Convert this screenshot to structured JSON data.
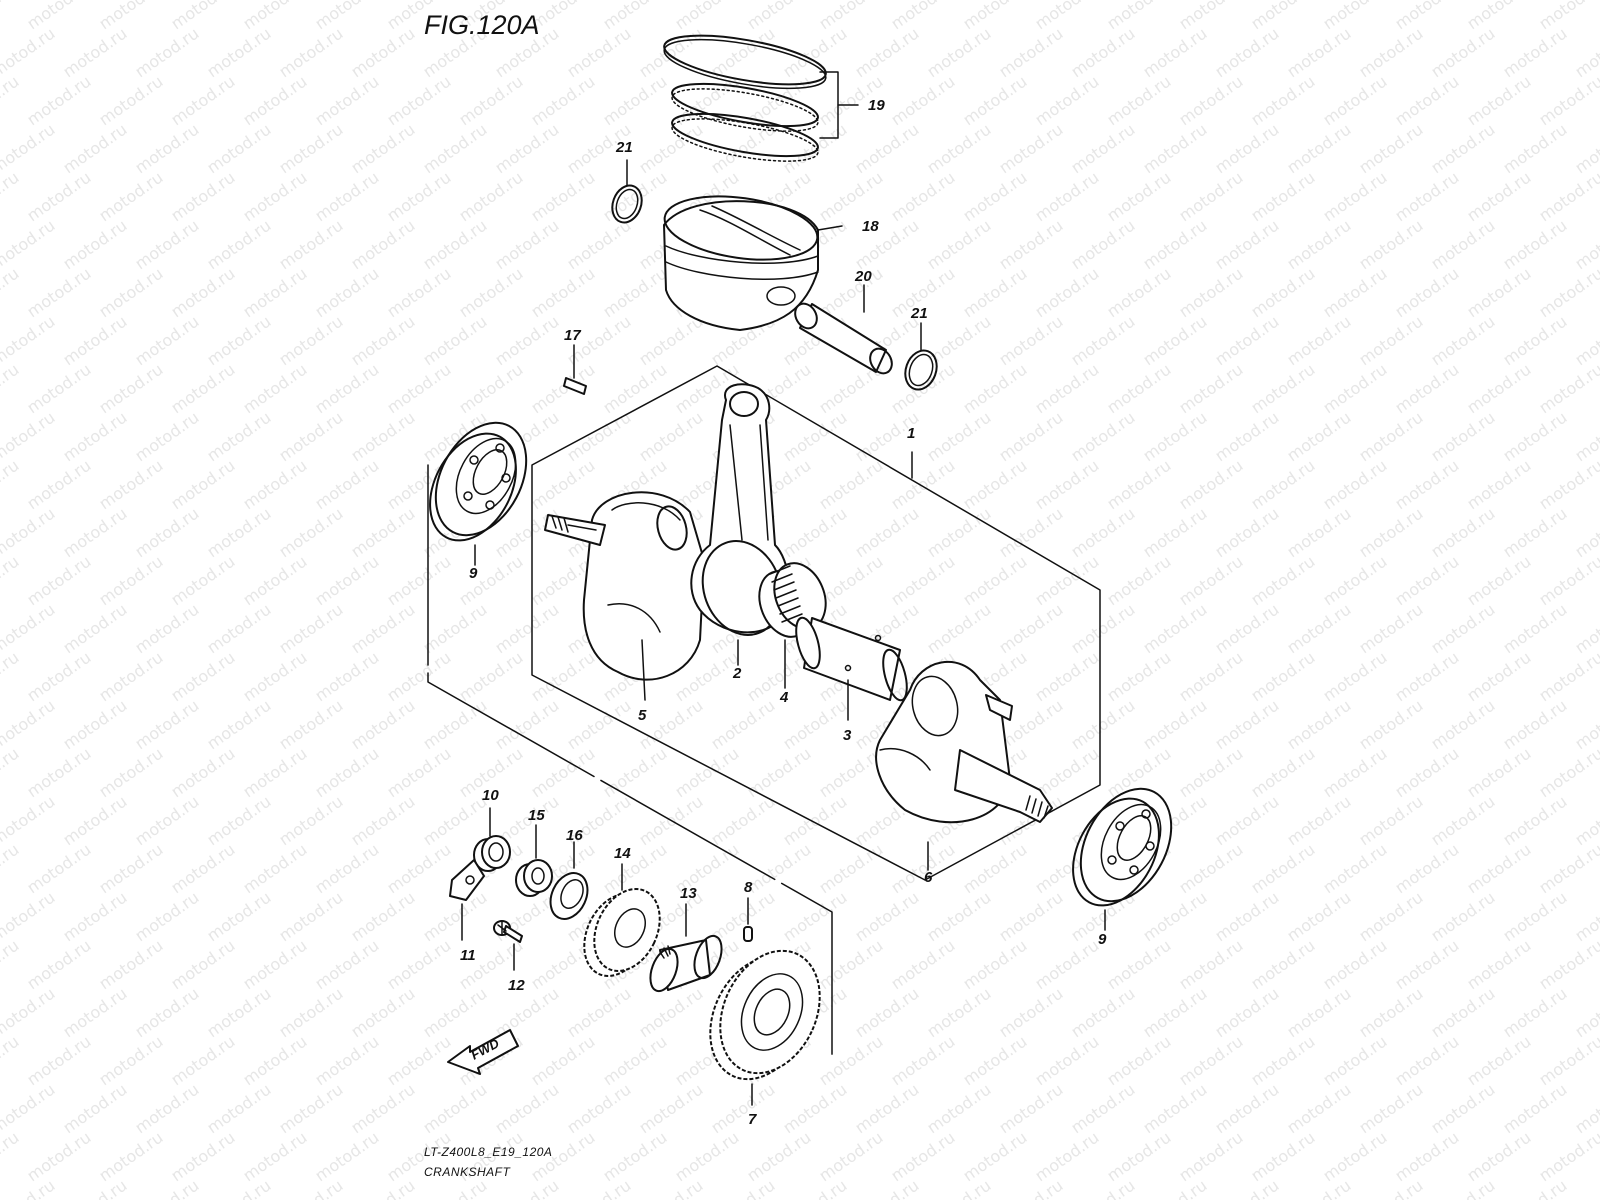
{
  "figure": {
    "title": "FIG.120A",
    "footer_code": "LT-Z400L8_E19_120A",
    "footer_name": "CRANKSHAFT",
    "watermark": "motod.ru",
    "direction_label": "FWD"
  },
  "callouts": [
    {
      "id": "19",
      "label": "19"
    },
    {
      "id": "21a",
      "label": "21"
    },
    {
      "id": "18",
      "label": "18"
    },
    {
      "id": "20",
      "label": "20"
    },
    {
      "id": "21b",
      "label": "21"
    },
    {
      "id": "17",
      "label": "17"
    },
    {
      "id": "1",
      "label": "1"
    },
    {
      "id": "9a",
      "label": "9"
    },
    {
      "id": "2",
      "label": "2"
    },
    {
      "id": "4",
      "label": "4"
    },
    {
      "id": "5",
      "label": "5"
    },
    {
      "id": "3",
      "label": "3"
    },
    {
      "id": "6",
      "label": "6"
    },
    {
      "id": "9b",
      "label": "9"
    },
    {
      "id": "10",
      "label": "10"
    },
    {
      "id": "15",
      "label": "15"
    },
    {
      "id": "16",
      "label": "16"
    },
    {
      "id": "14",
      "label": "14"
    },
    {
      "id": "13",
      "label": "13"
    },
    {
      "id": "8",
      "label": "8"
    },
    {
      "id": "11",
      "label": "11"
    },
    {
      "id": "12",
      "label": "12"
    },
    {
      "id": "7",
      "label": "7"
    }
  ],
  "colors": {
    "line": "#111111",
    "background": "#ffffff",
    "watermark": "#e6e6e6"
  }
}
